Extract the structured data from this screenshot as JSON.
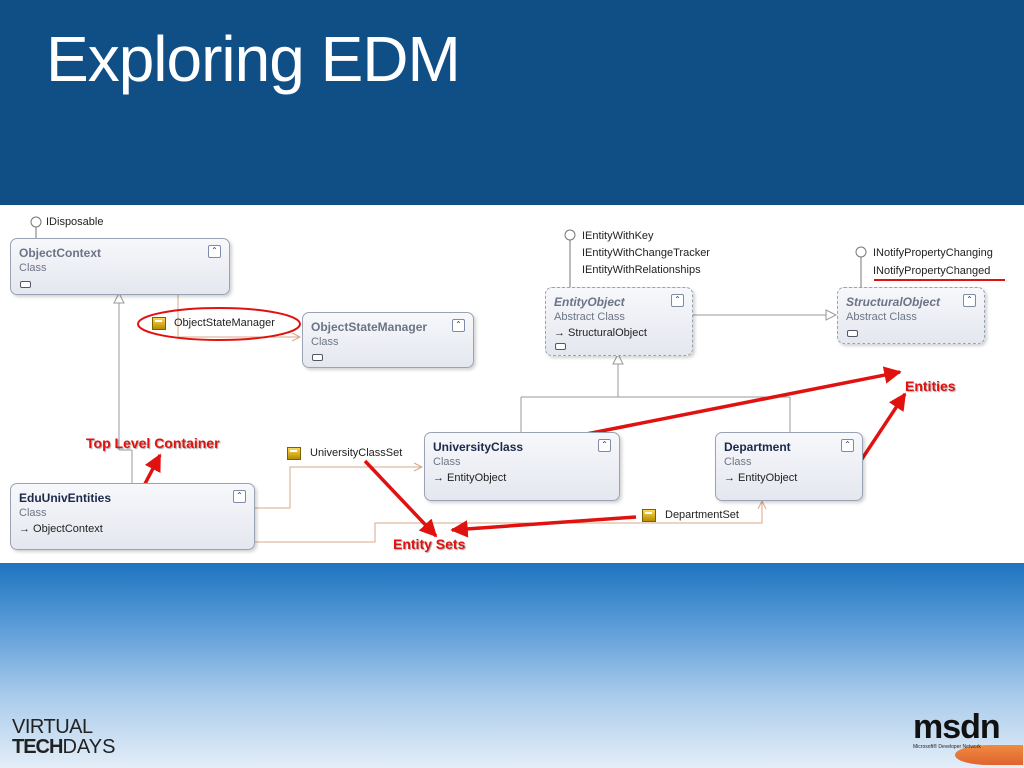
{
  "slide": {
    "title": "Exploring EDM"
  },
  "interfaces": {
    "idisposable": "IDisposable",
    "ientity_with_key": "IEntityWithKey",
    "ientity_with_change_tracker": "IEntityWithChangeTracker",
    "ientity_with_relationships": "IEntityWithRelationships",
    "inotify_property_changing": "INotifyPropertyChanging",
    "inotify_property_changed": "INotifyPropertyChanged"
  },
  "classes": {
    "object_context": {
      "name": "ObjectContext",
      "stereotype": "Class",
      "base": ""
    },
    "object_state_manager": {
      "name": "ObjectStateManager",
      "stereotype": "Class",
      "base": ""
    },
    "entity_object": {
      "name": "EntityObject",
      "stereotype": "Abstract Class",
      "base": "→ StructuralObject"
    },
    "structural_object": {
      "name": "StructuralObject",
      "stereotype": "Abstract Class",
      "base": ""
    },
    "university_class": {
      "name": "UniversityClass",
      "stereotype": "Class",
      "base": "→ EntityObject"
    },
    "department": {
      "name": "Department",
      "stereotype": "Class",
      "base": "→ EntityObject"
    },
    "edu_univ_entities": {
      "name": "EduUnivEntities",
      "stereotype": "Class",
      "base": "→ ObjectContext"
    }
  },
  "properties": {
    "object_state_manager": "ObjectStateManager",
    "university_class_set": "UniversityClassSet",
    "department_set": "DepartmentSet"
  },
  "annotations": {
    "entities": "Entities",
    "top_level_container": "Top Level Container",
    "entity_sets": "Entity Sets"
  },
  "logos": {
    "virtual_line1": "VIRTUAL",
    "tech": "TECH",
    "days": "DAYS",
    "msdn": "msdn",
    "msdn_tagline": "Microsoft® Developer Network"
  },
  "colors": {
    "title_band": "#0f4f86",
    "annotation_red": "#e0120f",
    "connector_tan": "#d9a98a",
    "inheritance_gray": "#9a9a9a"
  },
  "icons": {
    "collapse": "⌃",
    "property": "property-icon",
    "interface": "lollipop-icon"
  }
}
